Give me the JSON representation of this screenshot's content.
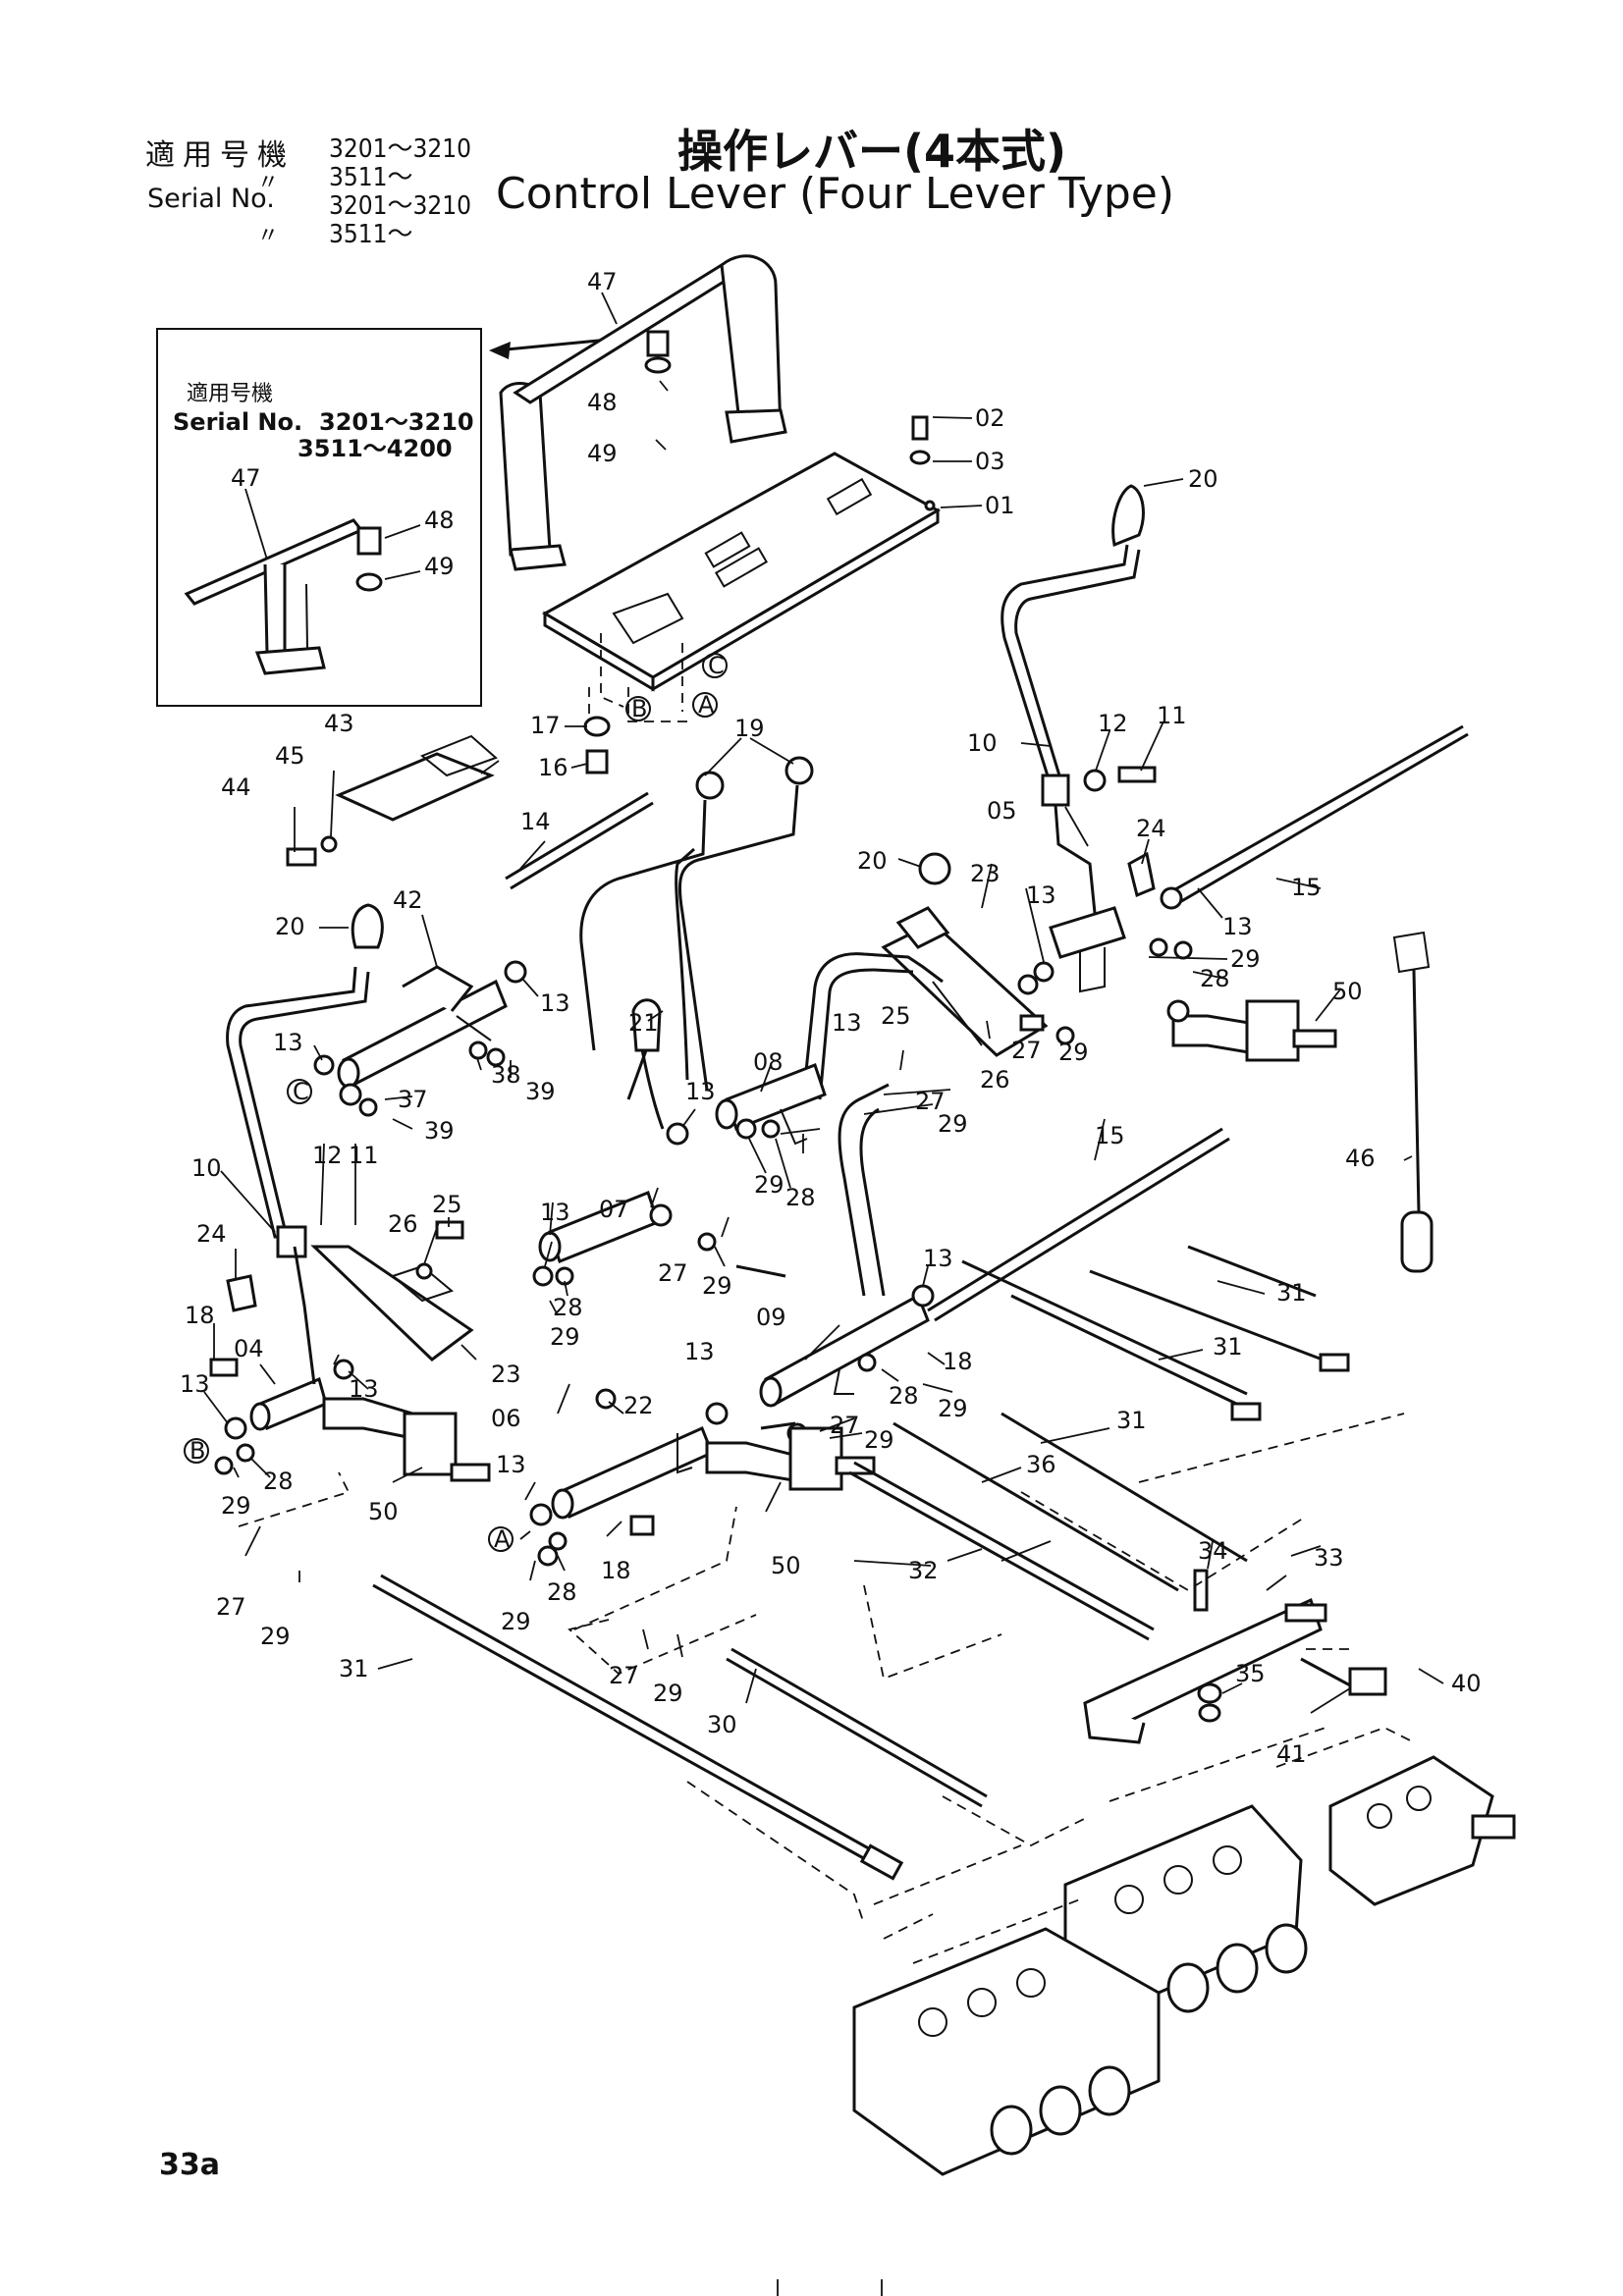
{
  "header": {
    "applicable_label_jp": "適用号機",
    "serial_label_en": "Serial No.",
    "ditto_mark": "〃",
    "serial_lines": [
      "3201～3210",
      "3511～",
      "3201～3210",
      "3511～"
    ],
    "title_jp": "操作レバー(4本式)",
    "title_en": "Control Lever (Four Lever Type)"
  },
  "inset": {
    "label_jp": "適用号機",
    "serial_prefix": "Serial No.",
    "serial_range_1": "3201～3210",
    "serial_range_2": "3511～4200",
    "parts": [
      "47",
      "48",
      "49"
    ]
  },
  "circle_refs": [
    "A",
    "B",
    "C"
  ],
  "parts": [
    "01",
    "02",
    "03",
    "04",
    "05",
    "06",
    "07",
    "08",
    "09",
    "10",
    "11",
    "12",
    "13",
    "14",
    "15",
    "16",
    "17",
    "18",
    "19",
    "20",
    "21",
    "22",
    "23",
    "24",
    "25",
    "26",
    "27",
    "28",
    "29",
    "30",
    "31",
    "32",
    "33",
    "34",
    "35",
    "36",
    "37",
    "38",
    "39",
    "40",
    "41",
    "42",
    "43",
    "44",
    "45",
    "46",
    "47",
    "48",
    "49",
    "50"
  ],
  "page_number": "33a"
}
